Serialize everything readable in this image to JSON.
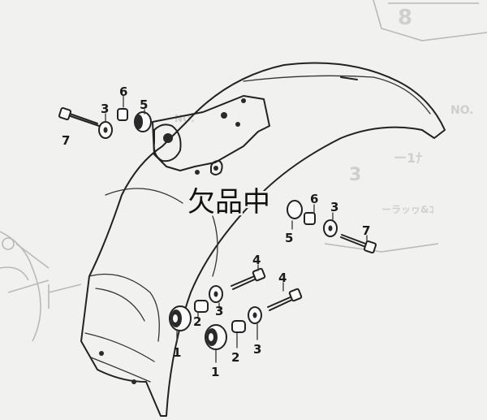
{
  "stamp_text": "欠品中",
  "ghost_texts": {
    "corner_digit": "8",
    "side_no": "NO.",
    "side_code": "ー1ﾅ",
    "side_text": "ーラッヮ&ｺ",
    "mid_no": "NO.",
    "mid_digit": "3"
  },
  "callouts": [
    {
      "id": "c-7-left",
      "label": "7"
    },
    {
      "id": "c-3-left",
      "label": "3"
    },
    {
      "id": "c-6-left",
      "label": "6"
    },
    {
      "id": "c-5-left",
      "label": "5"
    },
    {
      "id": "c-6-right",
      "label": "6"
    },
    {
      "id": "c-3-right",
      "label": "3"
    },
    {
      "id": "c-5-right",
      "label": "5"
    },
    {
      "id": "c-7-right",
      "label": "7"
    },
    {
      "id": "c-4-upper",
      "label": "4"
    },
    {
      "id": "c-4-lower",
      "label": "4"
    },
    {
      "id": "c-2-upper",
      "label": "2"
    },
    {
      "id": "c-3-upper",
      "label": "3"
    },
    {
      "id": "c-1-upper",
      "label": "1"
    },
    {
      "id": "c-1-lower",
      "label": "1"
    },
    {
      "id": "c-2-lower",
      "label": "2"
    },
    {
      "id": "c-3-lower",
      "label": "3"
    }
  ]
}
